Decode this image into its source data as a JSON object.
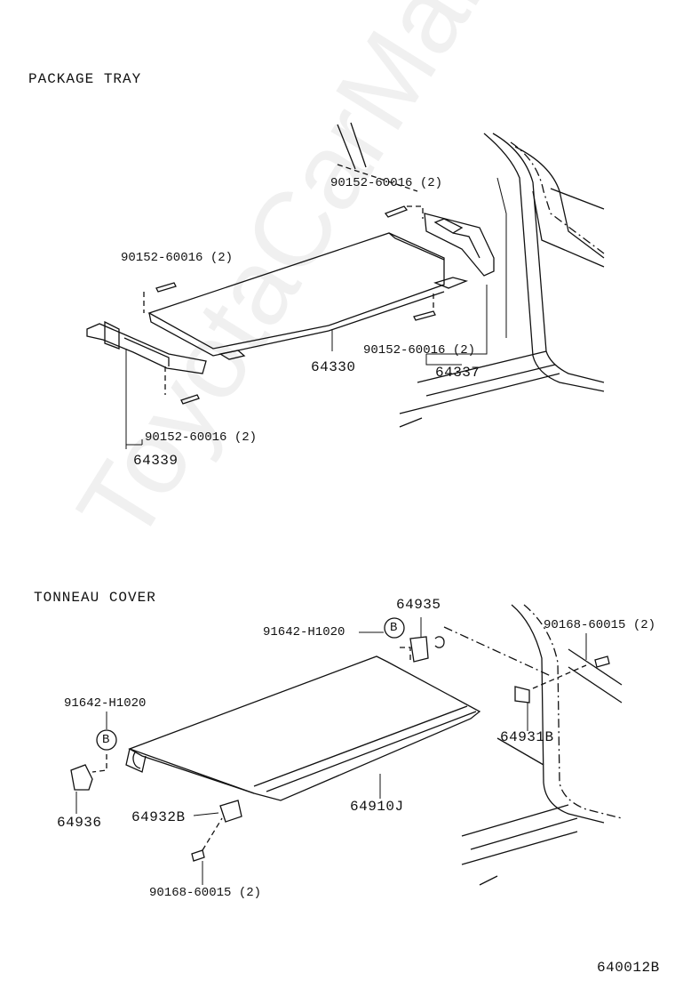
{
  "sections": {
    "package_tray": "PACKAGE TRAY",
    "tonneau_cover": "TONNEAU COVER"
  },
  "labels": {
    "bolt_top_right": "90152-60016 (2)",
    "bolt_top_left": "90152-60016 (2)",
    "bolt_mid_right": "90152-60016 (2)",
    "bolt_bottom_left": "90152-60016 (2)",
    "tray": "64330",
    "bracket_right": "64337",
    "bracket_left": "64339",
    "holder_right": "64935",
    "clip_right": "91642-H1020",
    "screw_right": "90168-60015 (2)",
    "clip_left": "91642-H1020",
    "holder_left": "64936",
    "bracket_tc_right": "64931B",
    "bracket_tc_left": "64932B",
    "cover": "64910J",
    "screw_left": "90168-60015 (2)",
    "circle_b": "B"
  },
  "figure_code": "640012B",
  "watermark": "ToyotaCarMart.ru"
}
